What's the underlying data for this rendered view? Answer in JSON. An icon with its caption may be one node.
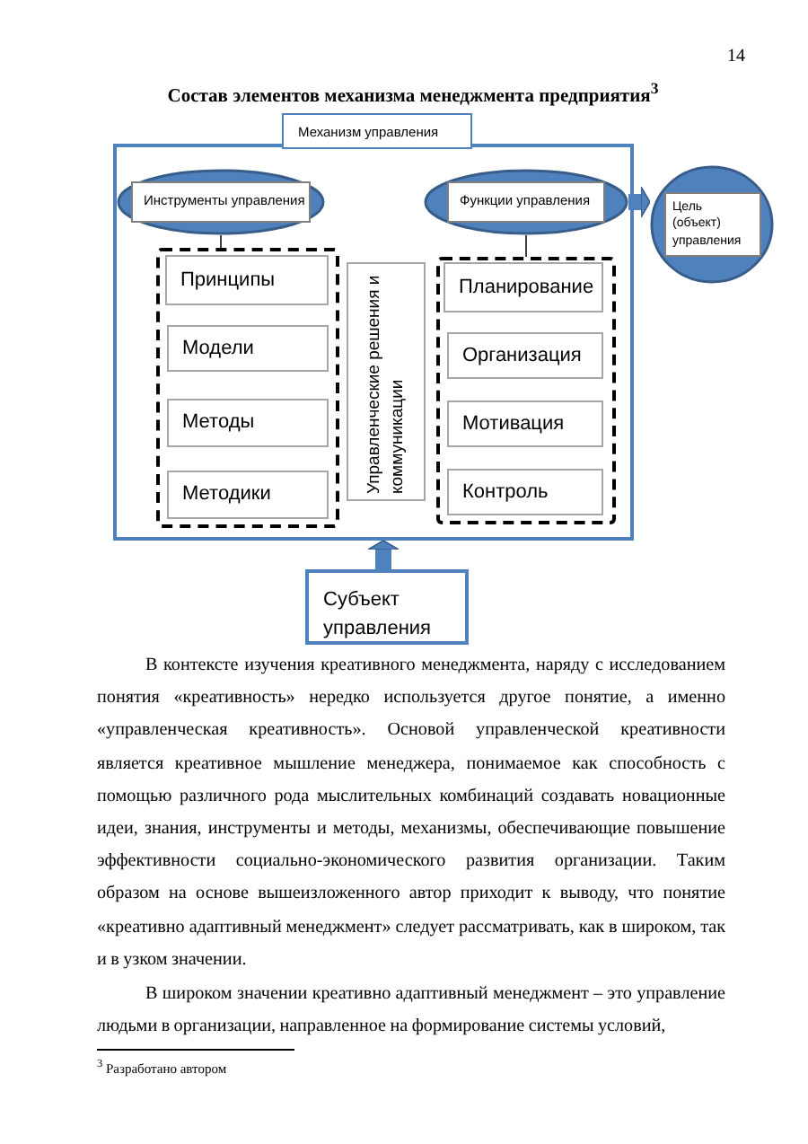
{
  "diagram": {
    "title": "Состав элементов механизма менеджмента предприятия$^{3}$",
    "nodes": [
      {
        "text": [
          "Механизм управления"
        ]
      },
      {
        "text": [
          "Инструменты управления"
        ],
        "in": 0
      },
      {
        "text": [
          "Функции управления"
        ],
        "in": 0
      },
      {
        "text": [],
        "shape": "box",
        "in": 0
      },
      {
        "text": [
          "Принципы"
        ],
        "in": 3
      },
      {
        "text": [
          "Модели"
        ],
        "in": 3
      },
      {
        "text": [
          "Методы"
        ],
        "in": 3
      },
      {
        "text": [
          "Методики"
        ],
        "in": 3
      },
      {
        "text": [
          "Управленческие решения и коммуникации"
        ],
        "in": 0
      },
      {
        "text": [],
        "shape": "box",
        "in": 0
      },
      {
        "text": [
          "Планирование"
        ],
        "in": 9
      },
      {
        "text": [
          "Организация"
        ],
        "in": 9
      },
      {
        "text": [
          "Мотивация"
        ],
        "in": 9
      },
      {
        "text": [
          "Контроль"
        ],
        "in": 9
      },
      {
        "text": [
          "Цель (объект) управления"
        ]
      },
      {
        "text": [
          "Субъект управления"
        ]
      }
    ],
    "edges": [
      {
        "from": 1,
        "to": 3,
        "arrow": "none"
      },
      {
        "from": 2,
        "to": 9,
        "arrow": "none"
      },
      {
        "from": 2,
        "to": 14,
        "arrow": "to",
        "style": "thick",
        "color": "#4f81bd"
      },
      {
        "from": 15,
        "to": 0,
        "arrow": "to",
        "style": "thick",
        "color": "#4f81bd"
      }
    ],
    "labels": [
      "14",
      "В контексте изучения креативного менеджмента, наряду с исследованием понятия «креативность» нередко используется другое понятие, а именно «управленческая креативность». Основой управленческой креативности является креативное мышление менеджера, понимаемое как способность с помощью различного рода мыслительных комбинаций создавать новационные идеи, знания, инструменты и методы, механизмы, обеспечивающие повышение эффективности социально-экономического развития организации. Таким образом на основе вышеизложенного автор приходит к выводу, что понятие «креативно адаптивный менеджмент» следует рассматривать, как в широком, так и в узком значении.",
      "В широком значении креативно адаптивный менеджмент – это управление людьми в организации, направленное на формирование системы условий,",
      "$^{3}$ Разработано автором"
    ]
  }
}
